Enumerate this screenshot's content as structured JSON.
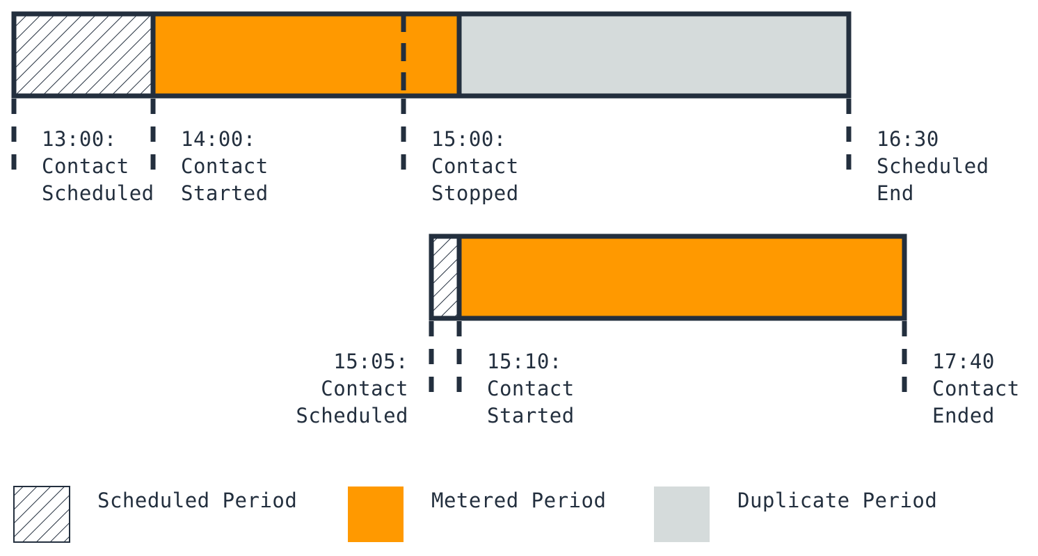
{
  "colors": {
    "ink": "#232f3e",
    "metered": "#ff9900",
    "duplicate": "#d5dbdb",
    "background": "#ffffff"
  },
  "contact_1": {
    "events": [
      {
        "lines": [
          "13:00:",
          "Contact",
          "Scheduled"
        ]
      },
      {
        "lines": [
          "14:00:",
          "Contact",
          "Started"
        ]
      },
      {
        "lines": [
          "15:00:",
          "Contact",
          "Stopped"
        ]
      },
      {
        "lines": [
          "16:30",
          "Scheduled",
          "End"
        ]
      }
    ]
  },
  "contact_2": {
    "events": [
      {
        "lines": [
          "15:05:",
          "Contact",
          "Scheduled"
        ]
      },
      {
        "lines": [
          "15:10:",
          "Contact",
          "Started"
        ]
      },
      {
        "lines": [
          "17:40",
          "Contact",
          "Ended"
        ]
      }
    ]
  },
  "legend": {
    "scheduled": "Scheduled Period",
    "metered": "Metered Period",
    "duplicate": "Duplicate Period"
  }
}
